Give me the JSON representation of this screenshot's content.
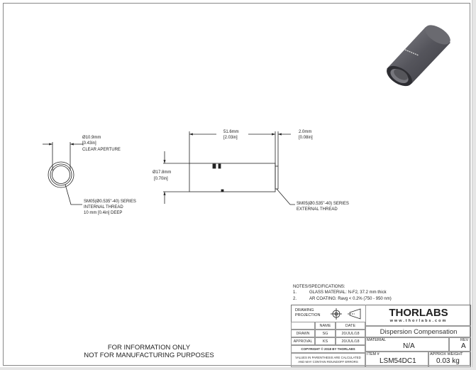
{
  "front_view": {
    "aperture_dim_mm": "Ø10.9mm",
    "aperture_dim_in": "[0.43in]",
    "aperture_label": "CLEAR APERTURE",
    "thread_line1": "SM05(Ø0.535\"-40) SERIES",
    "thread_line2": "INTERNAL THREAD",
    "thread_line3": "10 mm [0.4in] DEEP"
  },
  "side_view": {
    "length_mm": "51.6mm",
    "length_in": "[2.03in]",
    "thread_len_mm": "2.0mm",
    "thread_len_in": "[0.08in]",
    "diameter_mm": "Ø17.8mm",
    "diameter_in": "[0.70in]",
    "thread_line1": "SM05(Ø0.535\"-40) SERIES",
    "thread_line2": "EXTERNAL THREAD"
  },
  "notes": {
    "title": "NOTES/SPECIFICATIONS:",
    "items": [
      {
        "num": "1.",
        "text": "GLASS MATERIAL: N-F2, 37.2 mm thick"
      },
      {
        "num": "2.",
        "text": "AR COATING: Ravg < 0.2% (750 - 950 nm)"
      }
    ]
  },
  "title_block": {
    "projection_label_1": "DRAWING",
    "projection_label_2": "PROJECTION",
    "col_name": "NAME",
    "col_date": "DATE",
    "drawn_label": "DRAWN",
    "drawn_name": "SG",
    "drawn_date": "20/JUL/18",
    "approval_label": "APPROVAL",
    "approval_name": "KS",
    "approval_date": "20/JUL/18",
    "copyright": "COPYRIGHT © 2018 BY THORLABS",
    "values_note_1": "VALUES IN PARENTHESIS ARE CALCULATED",
    "values_note_2": "AND MAY CONTAIN ROUNDOFF ERRORS",
    "logo_text": "THORLABS",
    "logo_url": "www.thorlabs.com",
    "title": "Dispersion Compensation",
    "material_label": "MATERIAL",
    "material_value": "N/A",
    "rev_label": "REV",
    "rev_value": "A",
    "item_label": "ITEM #",
    "item_value": "LSM54DC1",
    "weight_label": "APPROX WEIGHT",
    "weight_value": "0.03 kg"
  },
  "disclaimer": {
    "line1": "FOR INFORMATION ONLY",
    "line2": "NOT FOR MANUFACTURING PURPOSES"
  }
}
